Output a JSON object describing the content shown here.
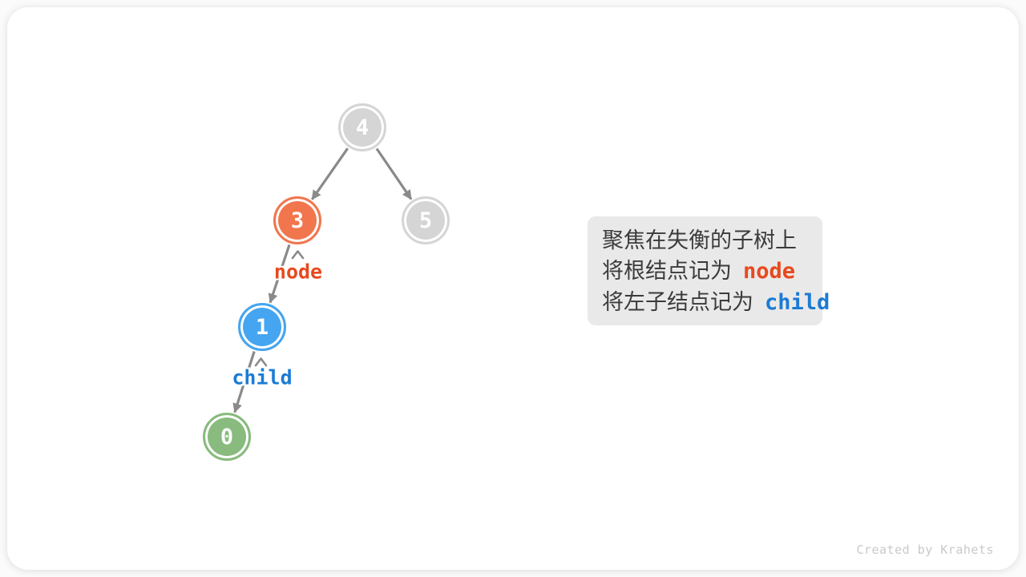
{
  "colors": {
    "node_gray": "#d5d5d5",
    "node_orange": "#f1764d",
    "node_blue": "#45a5f0",
    "node_green": "#88bb7d",
    "edge_gray": "#8a8a8a",
    "code_orange": "#e8491d",
    "code_blue": "#1b7bd4",
    "infobox_bg": "#e9e9e9"
  },
  "tree": {
    "nodes": [
      {
        "value": "4",
        "color": "gray"
      },
      {
        "value": "3",
        "color": "orange"
      },
      {
        "value": "5",
        "color": "gray"
      },
      {
        "value": "1",
        "color": "blue"
      },
      {
        "value": "0",
        "color": "green"
      }
    ],
    "edges": [
      "4->3",
      "4->5",
      "3->1",
      "1->0"
    ],
    "pointer_labels": [
      {
        "text": "node",
        "target": "3"
      },
      {
        "text": "child",
        "target": "1"
      }
    ]
  },
  "infobox": {
    "line1": "聚焦在失衡的子树上",
    "line2_text": "将根结点记为",
    "line2_code": "node",
    "line3_text": "将左子结点记为",
    "line3_code": "child"
  },
  "watermark": "Created by Krahets"
}
